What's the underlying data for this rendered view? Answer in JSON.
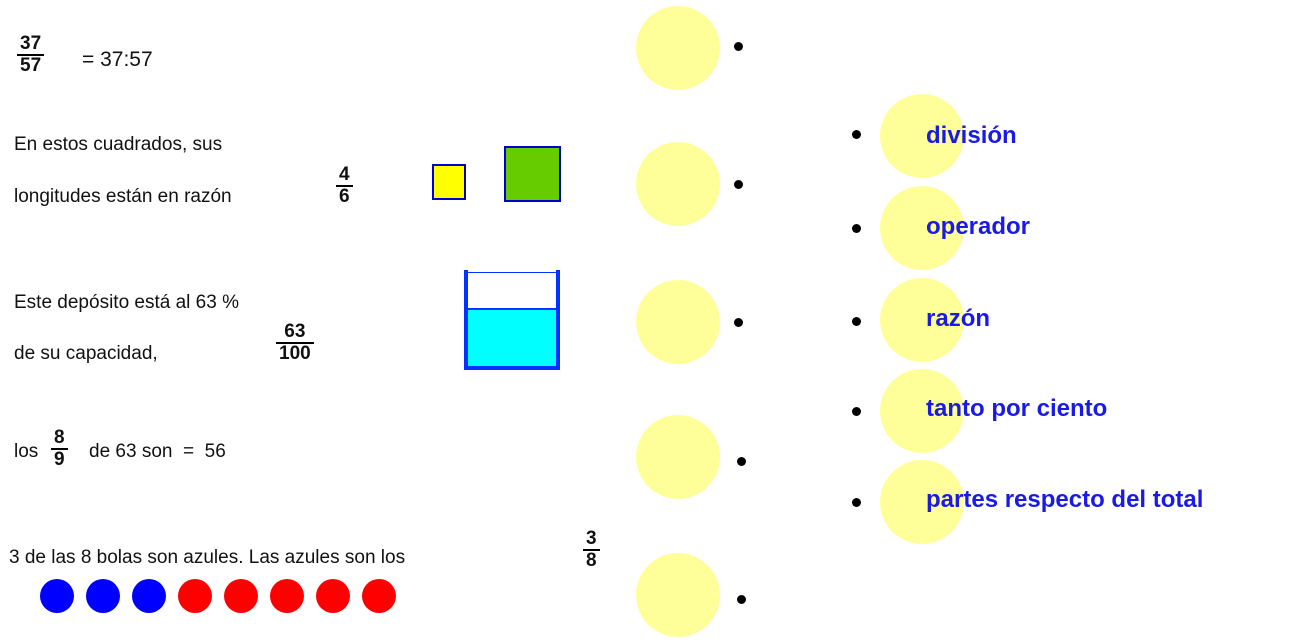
{
  "items": [
    {
      "fraction": {
        "num": "37",
        "den": "57"
      },
      "equals_text": "= 37:57"
    },
    {
      "line1": "En estos cuadrados, sus",
      "line2": "longitudes están en razón",
      "fraction": {
        "num": "4",
        "den": "6"
      },
      "colors": {
        "small": "#ffff00",
        "large": "#66cc00",
        "border": "#0000cc"
      }
    },
    {
      "line1": "Este depósito está al 63 %",
      "line2": "de su capacidad,",
      "fraction": {
        "num": "63",
        "den": "100"
      },
      "fill_fraction": 0.63,
      "colors": {
        "water": "#00ffff",
        "tank": "#0033ff"
      }
    },
    {
      "prefix": "los",
      "fraction": {
        "num": "8",
        "den": "9"
      },
      "suffix": "de 63 son  =  56"
    },
    {
      "text": "3 de las 8 bolas son azules. Las azules son los",
      "fraction": {
        "num": "3",
        "den": "8"
      },
      "balls": [
        "blue",
        "blue",
        "blue",
        "red",
        "red",
        "red",
        "red",
        "red"
      ],
      "colors": {
        "blue": "#0000ff",
        "red": "#ff0000"
      }
    }
  ],
  "options": [
    {
      "label": "división"
    },
    {
      "label": "operador"
    },
    {
      "label": "razón"
    },
    {
      "label": "tanto por ciento"
    },
    {
      "label": "partes respecto del total"
    }
  ],
  "colors": {
    "circle": "#ffff99",
    "option_text": "#1a1ae6"
  }
}
